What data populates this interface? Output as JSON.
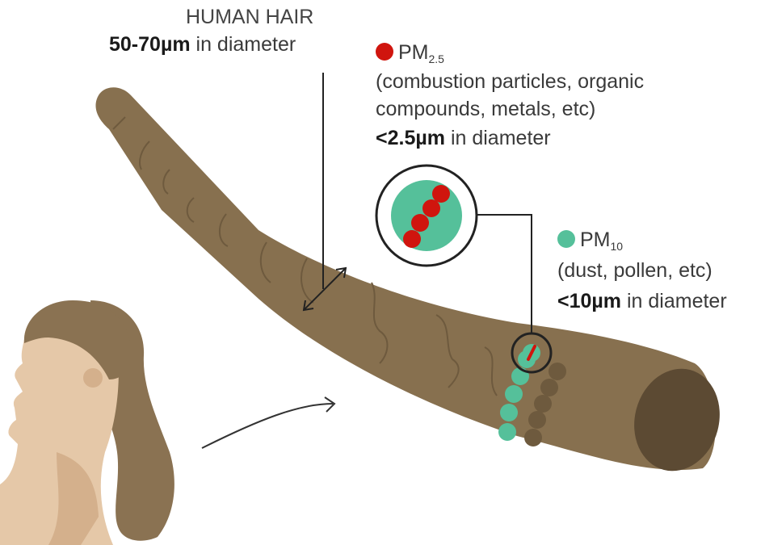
{
  "hair_label": {
    "title": "HUMAN HAIR",
    "size_bold": "50-70µm",
    "size_rest": " in diameter"
  },
  "pm25": {
    "name": "PM",
    "subscript": "2.5",
    "desc_line1": "(combustion particles, organic",
    "desc_line2": "compounds, metals, etc)",
    "size_bold": "<2.5µm",
    "size_rest": " in diameter",
    "color": "#d0150e"
  },
  "pm10": {
    "name": "PM",
    "subscript": "10",
    "desc_line1": "(dust, pollen, etc)",
    "size_bold": "<10µm",
    "size_rest": " in diameter",
    "color": "#55c09a"
  },
  "colors": {
    "hair": "#87704f",
    "hair_dark": "#6e5a3e",
    "hair_end": "#5c4a33",
    "skin": "#e5c8a8",
    "skin_shadow": "#d4b08c",
    "ponytail": "#8a7252"
  }
}
